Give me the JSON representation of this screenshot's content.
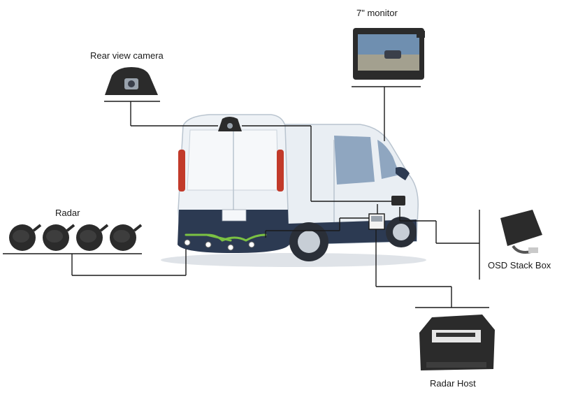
{
  "labels": {
    "monitor": "7\" monitor",
    "camera": "Rear view camera",
    "radar": "Radar",
    "osd": "OSD Stack Box",
    "host": "Radar Host"
  },
  "colors": {
    "van_body": "#e9eef3",
    "van_shadow": "#b9c4cf",
    "van_window": "#8fa6c0",
    "van_bumper": "#2c3a52",
    "wiring": "#1a1a1a",
    "sensor_cable": "#7bc143",
    "device_dark": "#2b2b2b",
    "taillight": "#c23a2a"
  },
  "icons": {
    "monitor": "monitor-icon",
    "camera": "rear-camera-icon",
    "radar": "radar-sensor-icon",
    "osd": "osd-box-icon",
    "host": "radar-host-icon",
    "van": "van-illustration"
  }
}
